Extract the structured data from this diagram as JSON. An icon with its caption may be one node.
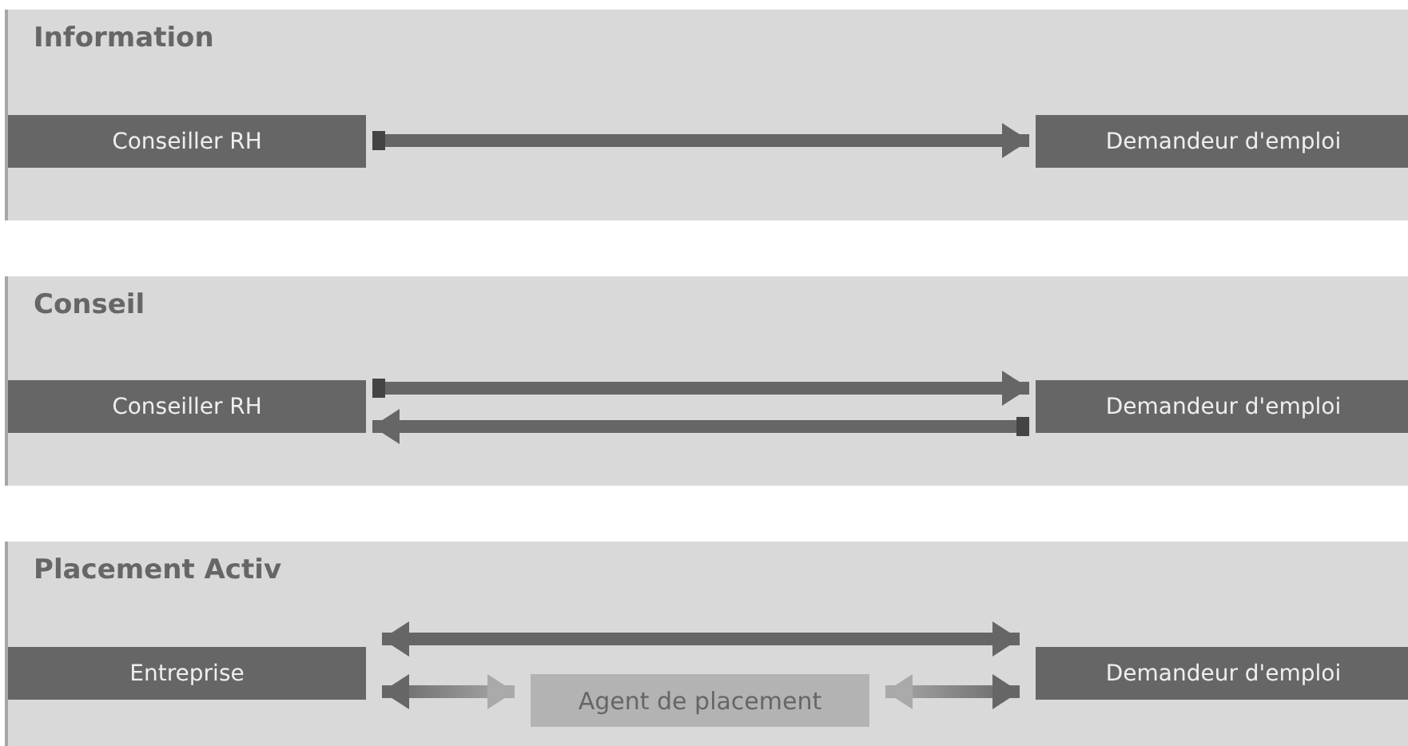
{
  "diagram": {
    "nodes": [
      {
        "text": [
          "Information"
        ]
      },
      {
        "text": [
          "Conseiller RH"
        ],
        "in": 0
      },
      {
        "text": [
          "Demandeur d'emploi"
        ],
        "in": 0
      },
      {
        "text": [
          "Conseil"
        ]
      },
      {
        "text": [
          "Conseiller RH"
        ],
        "in": 3
      },
      {
        "text": [
          "Demandeur d'emploi"
        ],
        "in": 3
      },
      {
        "text": [
          "Placement Activ"
        ]
      },
      {
        "text": [
          "Entreprise"
        ],
        "in": 6
      },
      {
        "text": [
          "Demandeur d'emploi"
        ],
        "in": 6
      },
      {
        "text": [
          "Agent de placement"
        ],
        "in": 6
      }
    ],
    "edges": [
      {
        "from": 1,
        "to": 2,
        "arrow": "to"
      },
      {
        "from": 4,
        "to": 5,
        "arrow": "to"
      },
      {
        "from": 5,
        "to": 4,
        "arrow": "to"
      },
      {
        "from": 7,
        "to": 8,
        "arrow": "both"
      },
      {
        "from": 7,
        "to": 9,
        "arrow": "both",
        "color": "#aaaaaa"
      },
      {
        "from": 9,
        "to": 8,
        "arrow": "both",
        "color": "#aaaaaa"
      }
    ]
  }
}
